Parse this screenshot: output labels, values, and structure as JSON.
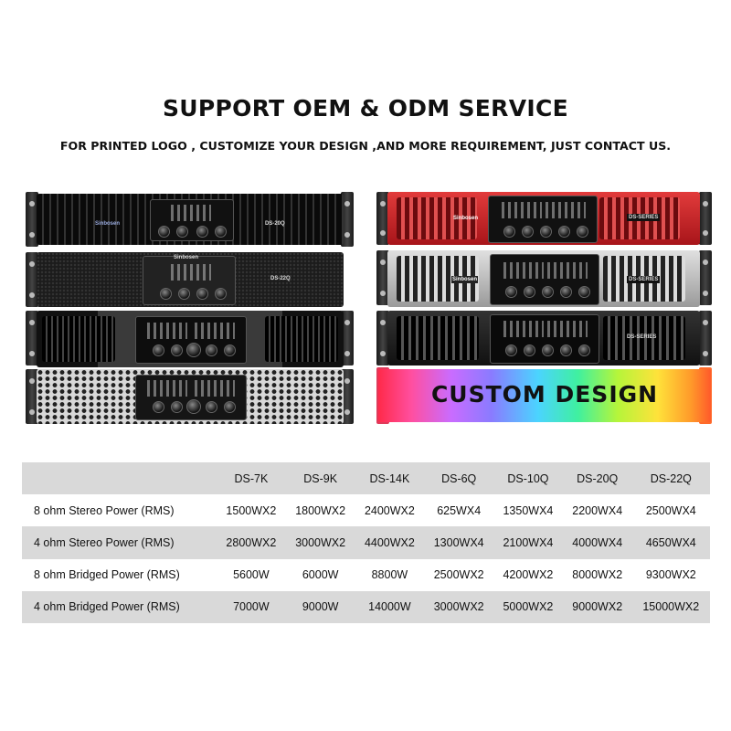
{
  "header": {
    "title": "SUPPORT OEM & ODM SERVICE",
    "subtitle": "FOR PRINTED LOGO , CUSTOMIZE YOUR DESIGN ,AND MORE REQUIREMENT, JUST CONTACT US."
  },
  "products": {
    "left": {
      "unit1_model": "DS-20Q",
      "unit2_model": "DS-22Q"
    },
    "right": {
      "unit1_model": "DS-SERIES",
      "unit2_model": "DS-SERIES",
      "unit3_model": "DS-SERIES",
      "colors": [
        "#c8232a",
        "#c9c9c9",
        "#1e1e1e"
      ]
    },
    "custom_banner": "CUSTOM  DESIGN"
  },
  "specs": {
    "models": [
      "DS-7K",
      "DS-9K",
      "DS-14K",
      "DS-6Q",
      "DS-10Q",
      "DS-20Q",
      "DS-22Q"
    ],
    "rows": [
      {
        "label": "8 ohm Stereo Power  (RMS)",
        "values": [
          "1500WX2",
          "1800WX2",
          "2400WX2",
          "625WX4",
          "1350WX4",
          "2200WX4",
          "2500WX4"
        ]
      },
      {
        "label": "4 ohm Stereo Power  (RMS)",
        "values": [
          "2800WX2",
          "3000WX2",
          "4400WX2",
          "1300WX4",
          "2100WX4",
          "4000WX4",
          "4650WX4"
        ]
      },
      {
        "label": "8 ohm Bridged Power (RMS)",
        "values": [
          "5600W",
          "6000W",
          "8800W",
          "2500WX2",
          "4200WX2",
          "8000WX2",
          "9300WX2"
        ]
      },
      {
        "label": "4 ohm Bridged Power (RMS)",
        "values": [
          "7000W",
          "9000W",
          "14000W",
          "3000WX2",
          "5000WX2",
          "9000WX2",
          "15000WX2"
        ]
      }
    ]
  }
}
